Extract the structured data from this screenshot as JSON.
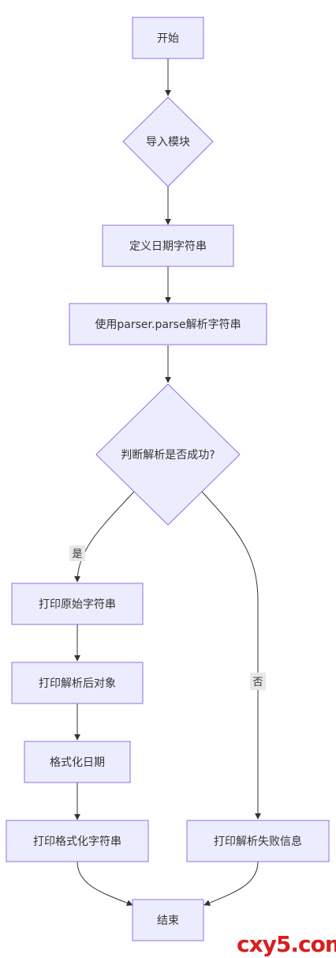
{
  "nodes": {
    "start": "开始",
    "import": "导入模块",
    "define": "定义日期字符串",
    "parse": "使用parser.parse解析字符串",
    "decision": "判断解析是否成功?",
    "print_original": "打印原始字符串",
    "print_parsed": "打印解析后对象",
    "format_date": "格式化日期",
    "print_formatted": "打印格式化字符串",
    "print_fail": "打印解析失败信息",
    "end": "结束"
  },
  "edges": {
    "yes": "是",
    "no": "否"
  },
  "watermark": "cxy5.com",
  "colors": {
    "node_fill": "#ECECFF",
    "node_stroke": "#9370DB",
    "line": "#333333",
    "watermark": "#d81e1e"
  }
}
